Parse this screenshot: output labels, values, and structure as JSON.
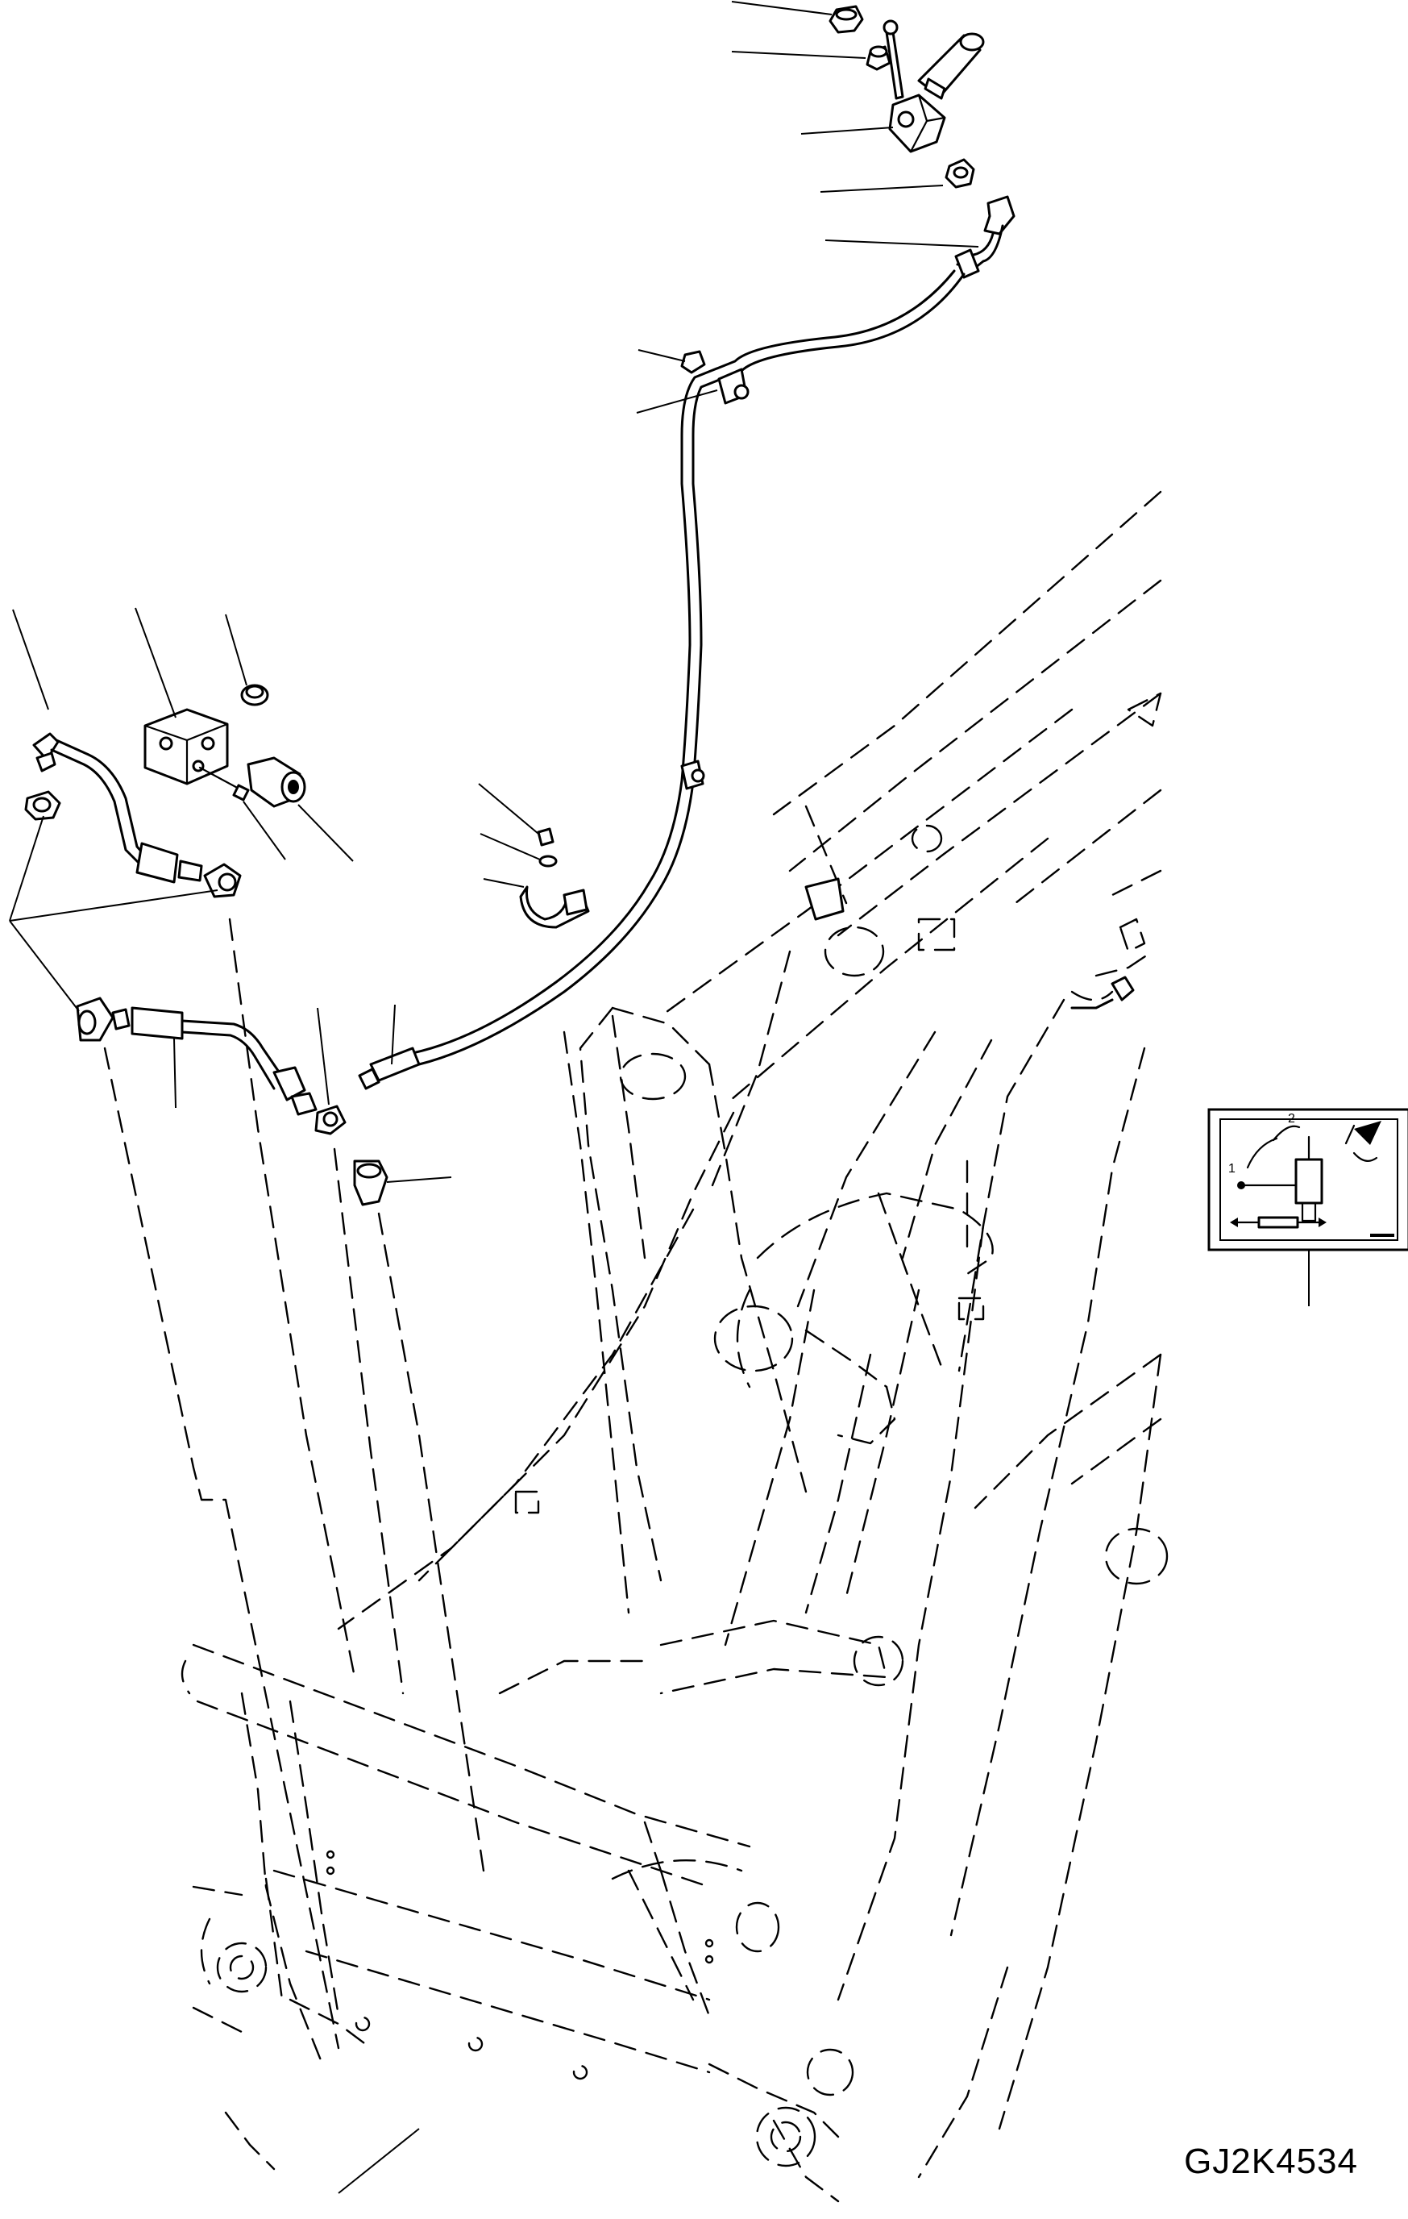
{
  "drawing": {
    "code": "GJ2K4534"
  },
  "inset_label": {
    "step_1": "1",
    "step_2": "2"
  }
}
